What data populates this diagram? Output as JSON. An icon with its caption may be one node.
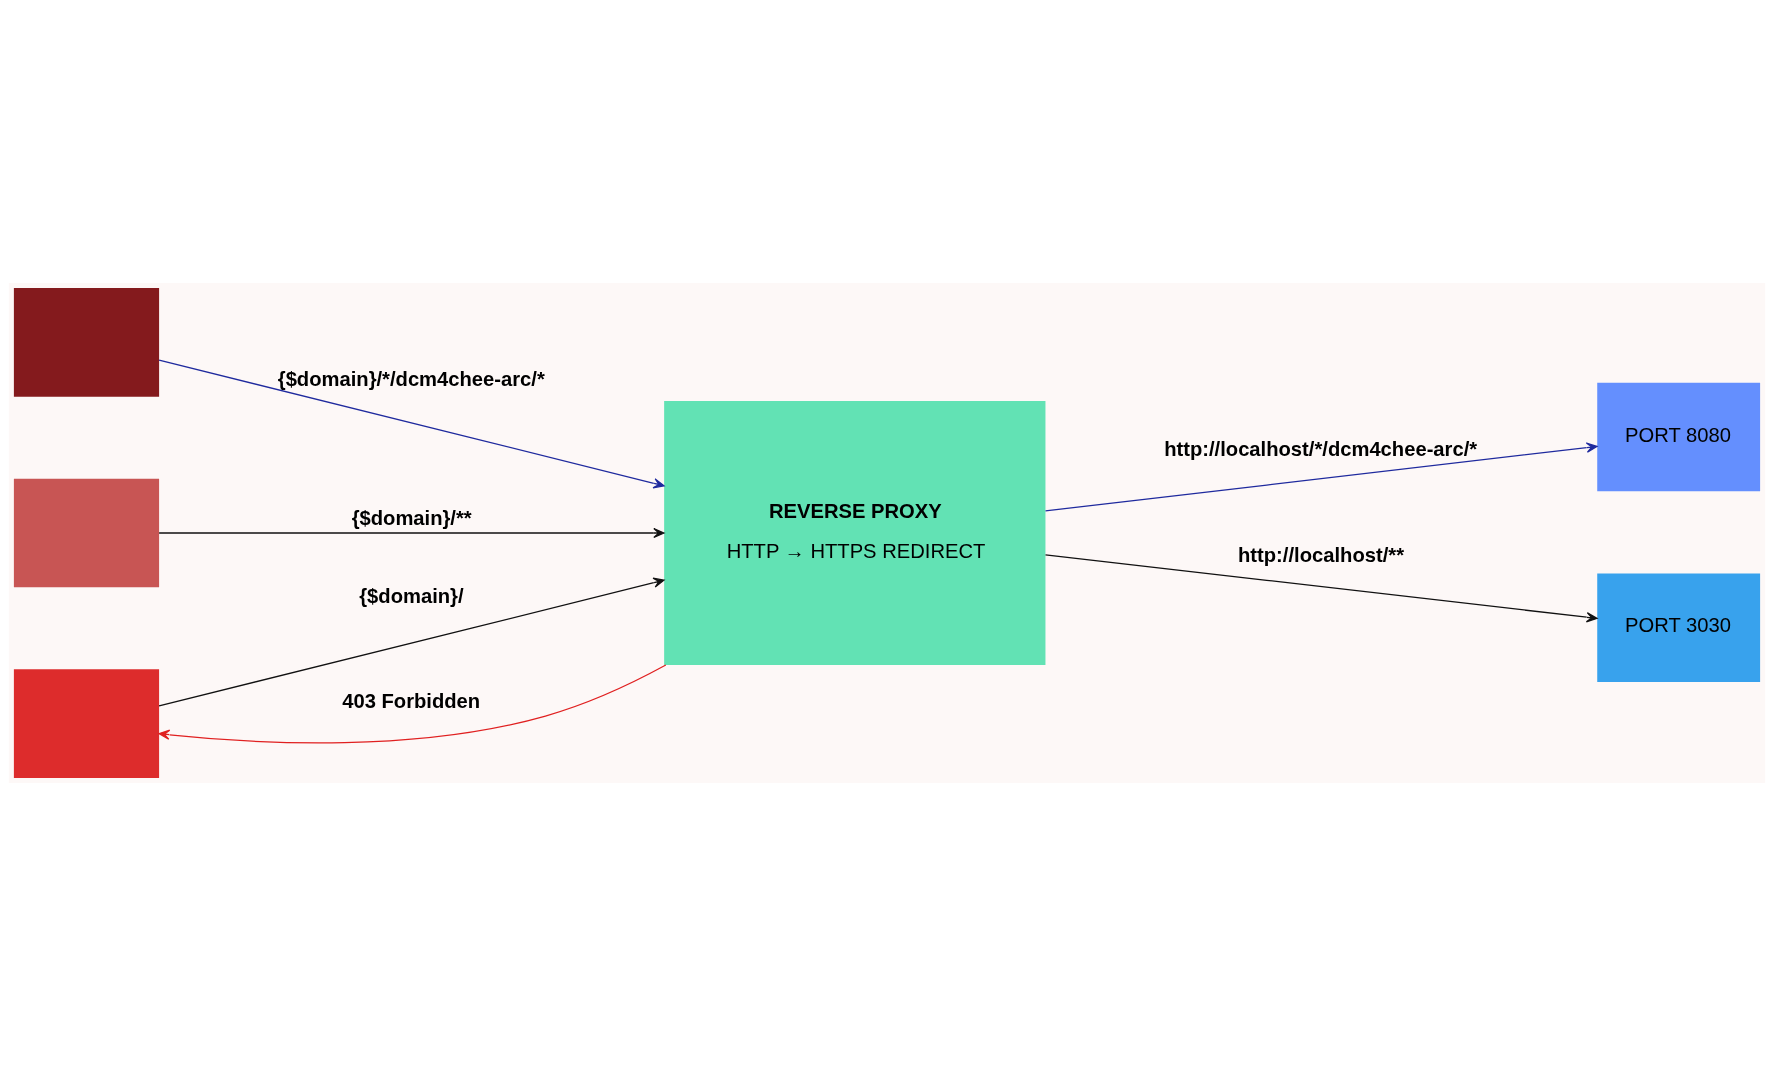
{
  "diagram": {
    "nodes": [
      {
        "text": [],
        "shape": "box"
      },
      {
        "text": [],
        "shape": "box"
      },
      {
        "text": [],
        "shape": "box"
      },
      {
        "text": [
          "REVERSE PROXY",
          "HTTP → HTTPS REDIRECT"
        ]
      },
      {
        "text": [
          "PORT 8080"
        ]
      },
      {
        "text": [
          "PORT 3030"
        ]
      }
    ],
    "edges": [
      {
        "from": 0,
        "to": 3,
        "arrow": "to",
        "label": "{$domain}/*/dcm4chee-arc/*",
        "color": "#1f2a9e"
      },
      {
        "from": 1,
        "to": 3,
        "arrow": "to",
        "label": "{$domain}/**"
      },
      {
        "from": 2,
        "to": 3,
        "arrow": "to",
        "label": "{$domain}/"
      },
      {
        "from": 3,
        "to": 2,
        "arrow": "to",
        "label": "403 Forbidden",
        "color": "#e02020"
      },
      {
        "from": 3,
        "to": 4,
        "arrow": "to",
        "label": "http://localhost/*/dcm4chee-arc/*",
        "color": "#1f2a9e"
      },
      {
        "from": 3,
        "to": 5,
        "arrow": "to",
        "label": "http://localhost/**"
      }
    ]
  }
}
